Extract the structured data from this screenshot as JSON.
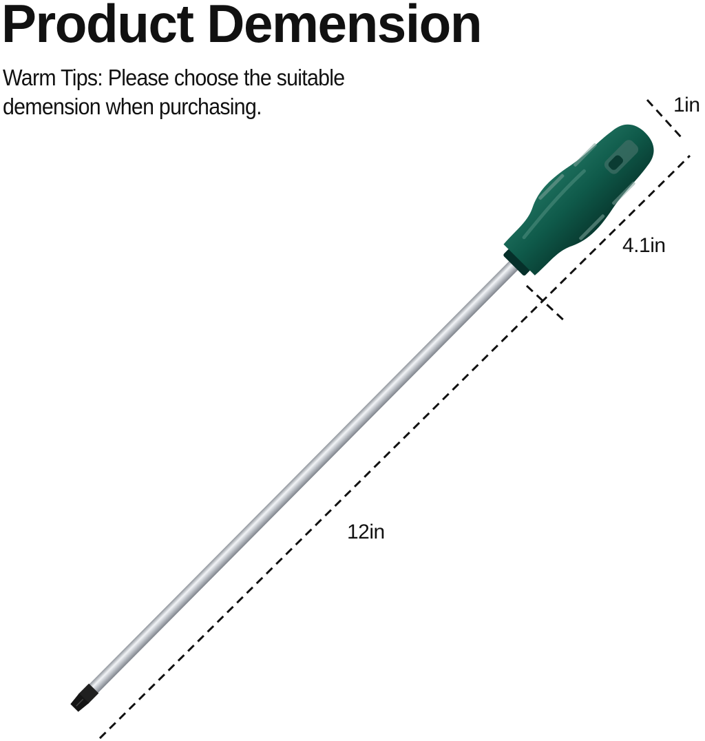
{
  "header": {
    "title": "Product Demension",
    "tips_line1": "Warm Tips: Please choose the suitable",
    "tips_line2": "demension when purchasing."
  },
  "dimensions": {
    "handle_width": "1in",
    "handle_length": "4.1in",
    "total_length": "12in"
  },
  "product": {
    "name": "screwdriver",
    "tip_type": "torx-icon",
    "handle_color": "#0f5a4a",
    "handle_shadow": "#0a3f35",
    "shaft_color": "#c8ccd2",
    "tip_color": "#1a1a1a"
  }
}
